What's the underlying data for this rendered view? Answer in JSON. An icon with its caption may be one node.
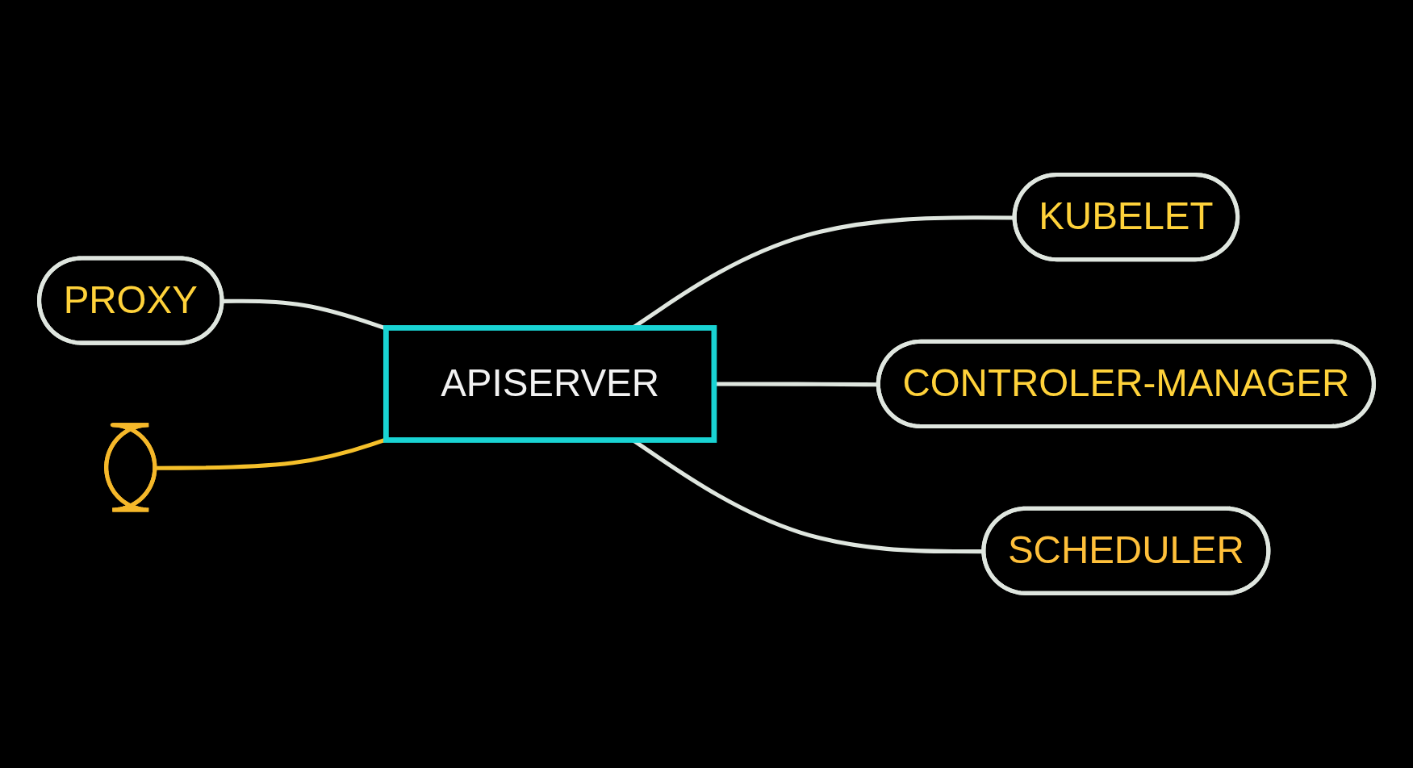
{
  "diagram": {
    "nodes": [
      {
        "text": [
          "PROXY"
        ]
      },
      {
        "text": [],
        "shape": "ellipse"
      },
      {
        "text": [
          "APISERVER"
        ]
      },
      {
        "text": [
          "KUBELET"
        ]
      },
      {
        "text": [
          "CONTROLER-MANAGER"
        ]
      },
      {
        "text": [
          "SCHEDULER"
        ]
      }
    ],
    "edges": [
      {
        "from": 0,
        "to": 2,
        "arrow": "none"
      },
      {
        "from": 1,
        "to": 2,
        "arrow": "none",
        "color": "#f5c02a"
      },
      {
        "from": 2,
        "to": 3,
        "arrow": "none"
      },
      {
        "from": 2,
        "to": 4,
        "arrow": "none"
      },
      {
        "from": 2,
        "to": 5,
        "arrow": "none"
      }
    ]
  }
}
